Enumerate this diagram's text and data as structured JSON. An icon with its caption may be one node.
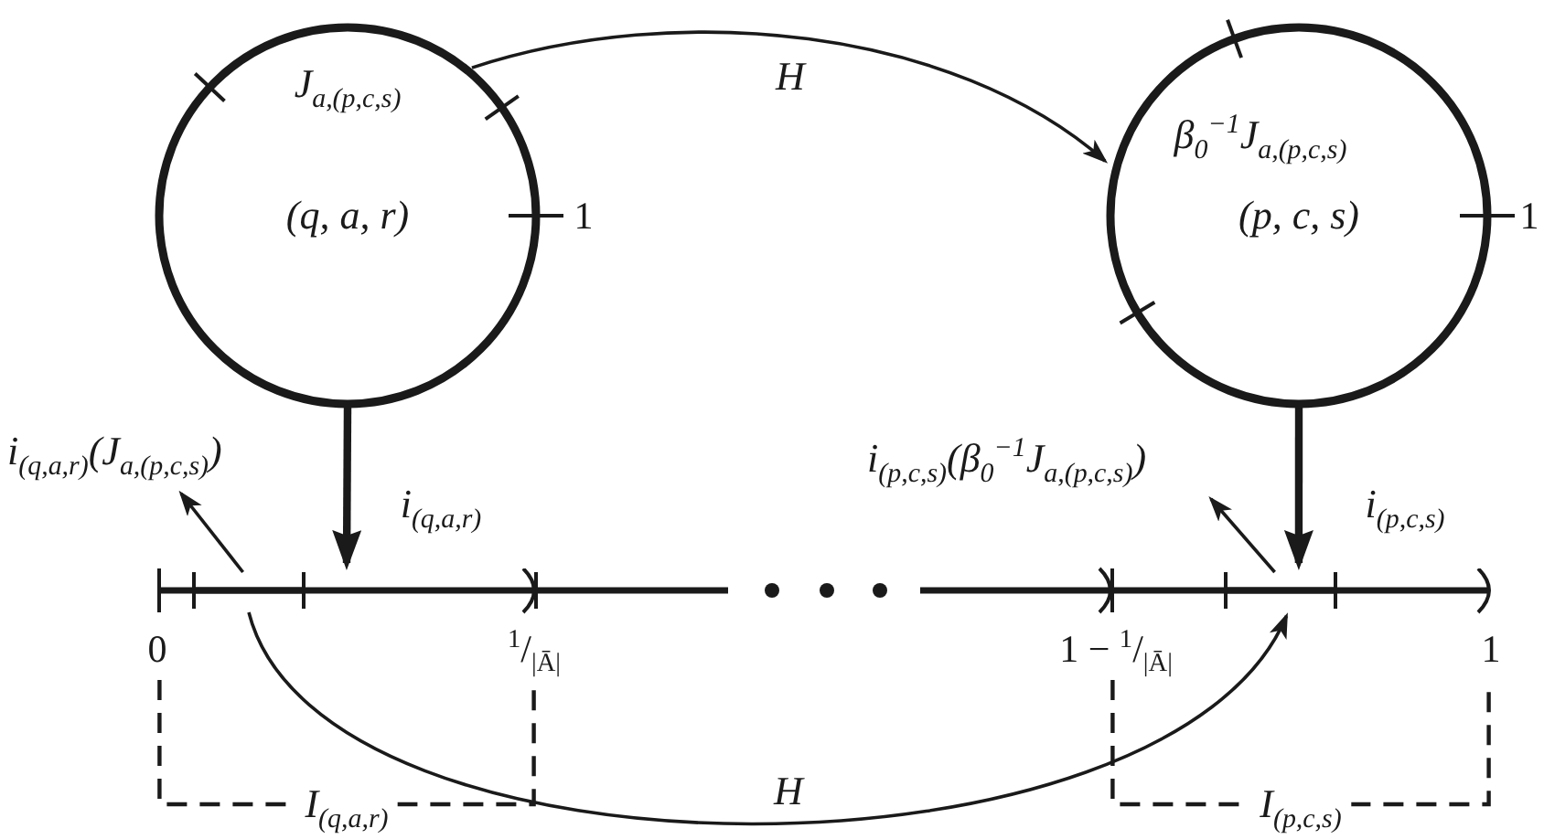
{
  "diagram": {
    "nodes": [
      {
        "text": [
          "J$_{a,(p,c,s)}$",
          "(q, a, r)"
        ]
      },
      {
        "text": [
          "β$_{0}$$^{−1}$J$_{a,(p,c,s)}$",
          "(p, c, s)"
        ]
      },
      {
        "text": [
          "i$_{(q,a,r)}$(J$_{a,(p,c,s)}$)"
        ]
      },
      {
        "text": [
          "i$_{(p,c,s)}$(β$_{0}$$^{−1}$J$_{a,(p,c,s)}$)"
        ]
      },
      {
        "text": [
          "I$_{(q,a,r)}$"
        ]
      },
      {
        "text": [],
        "shape": "segment",
        "in": 4
      },
      {
        "text": [
          "I$_{(p,c,s)}$"
        ]
      },
      {
        "text": [],
        "shape": "segment",
        "in": 6
      }
    ],
    "edges": [
      {
        "from": 0,
        "to": 1,
        "arrow": "to",
        "label": "H"
      },
      {
        "from": 0,
        "to": 4,
        "arrow": "to",
        "label": "i$_{(q,a,r)}$",
        "style": "thick"
      },
      {
        "from": 1,
        "to": 6,
        "arrow": "to",
        "label": "i$_{(p,c,s)}$",
        "style": "thick"
      },
      {
        "from": 5,
        "to": 2,
        "arrow": "to"
      },
      {
        "from": 7,
        "to": 3,
        "arrow": "to"
      },
      {
        "from": 5,
        "to": 7,
        "arrow": "to",
        "label": "H"
      }
    ],
    "labels": [
      "1",
      "1",
      "0",
      "$^{1}$/$_{|Ā|}$",
      "1 − $^{1}$/$_{|Ā|}$",
      "1"
    ]
  }
}
